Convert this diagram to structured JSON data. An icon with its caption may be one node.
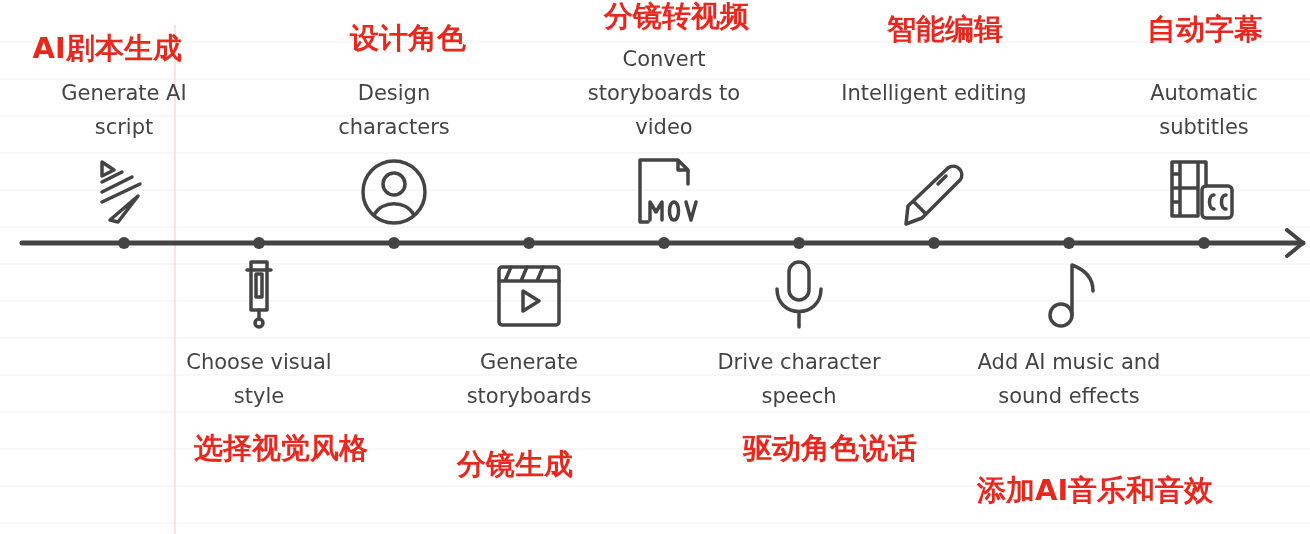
{
  "diagram": {
    "nodes": [
      {
        "text": [],
        "shape": "circle",
        "beside": [
          "AI剧本生成",
          "Generate AI script"
        ]
      },
      {
        "text": [],
        "shape": "circle",
        "beside": [
          "Choose visual style",
          "选择视觉风格"
        ]
      },
      {
        "text": [],
        "shape": "circle",
        "beside": [
          "设计角色",
          "Design characters"
        ]
      },
      {
        "text": [],
        "shape": "circle",
        "beside": [
          "Generate storyboards",
          "分镜生成"
        ]
      },
      {
        "text": [],
        "shape": "circle",
        "beside": [
          "分镜转视频",
          "Convert storyboards to video"
        ]
      },
      {
        "text": [],
        "shape": "circle",
        "beside": [
          "Drive character speech",
          "驱动角色说话"
        ]
      },
      {
        "text": [],
        "shape": "circle",
        "beside": [
          "智能编辑",
          "Intelligent editing"
        ]
      },
      {
        "text": [],
        "shape": "circle",
        "beside": [
          "Add AI music and sound effects",
          "添加AI音乐和音效"
        ]
      },
      {
        "text": [],
        "shape": "circle",
        "beside": [
          "自动字幕",
          "Automatic subtitles"
        ]
      }
    ],
    "edges": [
      {
        "from": null,
        "to": 0,
        "arrow": "none"
      },
      {
        "from": 0,
        "to": 1,
        "arrow": "none"
      },
      {
        "from": 1,
        "to": 2,
        "arrow": "none"
      },
      {
        "from": 2,
        "to": 3,
        "arrow": "none"
      },
      {
        "from": 3,
        "to": 4,
        "arrow": "none"
      },
      {
        "from": 4,
        "to": 5,
        "arrow": "none"
      },
      {
        "from": 5,
        "to": 6,
        "arrow": "none"
      },
      {
        "from": 6,
        "to": 7,
        "arrow": "none"
      },
      {
        "from": 7,
        "to": 8,
        "arrow": "none"
      },
      {
        "from": 8,
        "to": null,
        "arrow": "to"
      }
    ]
  }
}
